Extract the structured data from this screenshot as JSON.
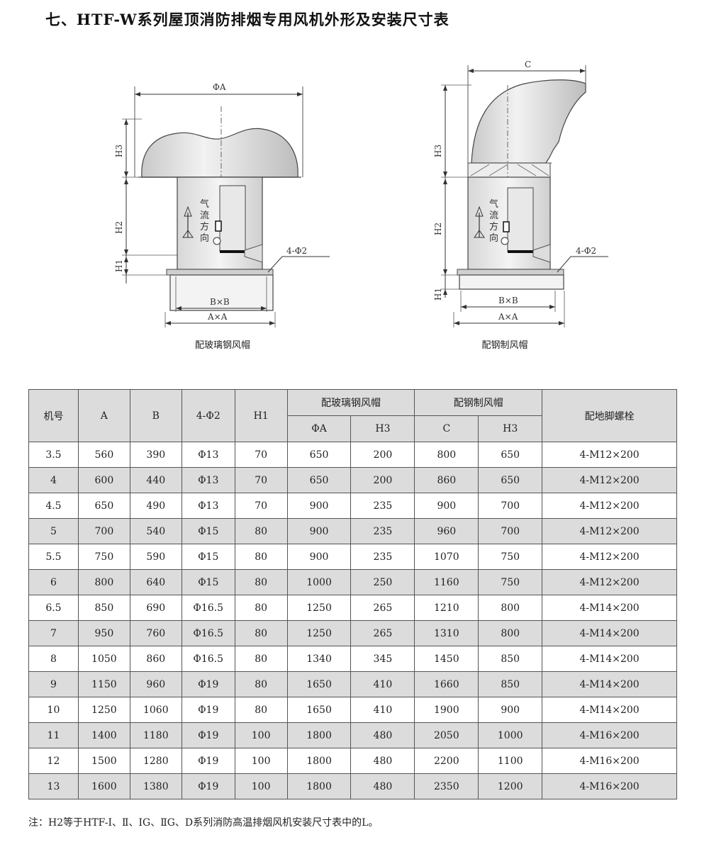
{
  "title": "七、HTF-W系列屋顶消防排烟专用风机外形及安装尺寸表",
  "figure_left": {
    "caption": "配玻璃钢风帽",
    "dims": {
      "phiA": "ΦA",
      "h3": "H3",
      "h2": "H2",
      "h1": "H1",
      "bxb": "B×B",
      "axa": "A×A",
      "hole": "4-Φ2"
    },
    "airflow_chars": [
      "气",
      "流",
      "方",
      "向"
    ]
  },
  "figure_right": {
    "caption": "配钢制风帽",
    "dims": {
      "c": "C",
      "h3": "H3",
      "h2": "H2",
      "h1": "H1",
      "bxb": "B×B",
      "axa": "A×A",
      "hole": "4-Φ2"
    },
    "airflow_chars": [
      "气",
      "流",
      "方",
      "向"
    ]
  },
  "table": {
    "headers": {
      "no": "机号",
      "a": "A",
      "b": "B",
      "hole": "4-Φ2",
      "h1": "H1",
      "grp1": "配玻璃钢风帽",
      "grp1_phia": "ΦA",
      "grp1_h3": "H3",
      "grp2": "配钢制风帽",
      "grp2_c": "C",
      "grp2_h3": "H3",
      "bolt": "配地脚螺栓"
    },
    "rows": [
      [
        "3.5",
        "560",
        "390",
        "Φ13",
        "70",
        "650",
        "200",
        "800",
        "650",
        "4-M12×200"
      ],
      [
        "4",
        "600",
        "440",
        "Φ13",
        "70",
        "650",
        "200",
        "860",
        "650",
        "4-M12×200"
      ],
      [
        "4.5",
        "650",
        "490",
        "Φ13",
        "70",
        "900",
        "235",
        "900",
        "700",
        "4-M12×200"
      ],
      [
        "5",
        "700",
        "540",
        "Φ15",
        "80",
        "900",
        "235",
        "960",
        "700",
        "4-M12×200"
      ],
      [
        "5.5",
        "750",
        "590",
        "Φ15",
        "80",
        "900",
        "235",
        "1070",
        "750",
        "4-M12×200"
      ],
      [
        "6",
        "800",
        "640",
        "Φ15",
        "80",
        "1000",
        "250",
        "1160",
        "750",
        "4-M12×200"
      ],
      [
        "6.5",
        "850",
        "690",
        "Φ16.5",
        "80",
        "1250",
        "265",
        "1210",
        "800",
        "4-M14×200"
      ],
      [
        "7",
        "950",
        "760",
        "Φ16.5",
        "80",
        "1250",
        "265",
        "1310",
        "800",
        "4-M14×200"
      ],
      [
        "8",
        "1050",
        "860",
        "Φ16.5",
        "80",
        "1340",
        "345",
        "1450",
        "850",
        "4-M14×200"
      ],
      [
        "9",
        "1150",
        "960",
        "Φ19",
        "80",
        "1650",
        "410",
        "1660",
        "850",
        "4-M14×200"
      ],
      [
        "10",
        "1250",
        "1060",
        "Φ19",
        "80",
        "1650",
        "410",
        "1900",
        "900",
        "4-M14×200"
      ],
      [
        "11",
        "1400",
        "1180",
        "Φ19",
        "100",
        "1800",
        "480",
        "2050",
        "1000",
        "4-M16×200"
      ],
      [
        "12",
        "1500",
        "1280",
        "Φ19",
        "100",
        "1800",
        "480",
        "2200",
        "1100",
        "4-M16×200"
      ],
      [
        "13",
        "1600",
        "1380",
        "Φ19",
        "100",
        "1800",
        "480",
        "2350",
        "1200",
        "4-M16×200"
      ]
    ]
  },
  "note": "注：H2等于HTF-Ⅰ、Ⅱ、IG、ⅡG、D系列消防高温排烟风机安装尺寸表中的L。"
}
